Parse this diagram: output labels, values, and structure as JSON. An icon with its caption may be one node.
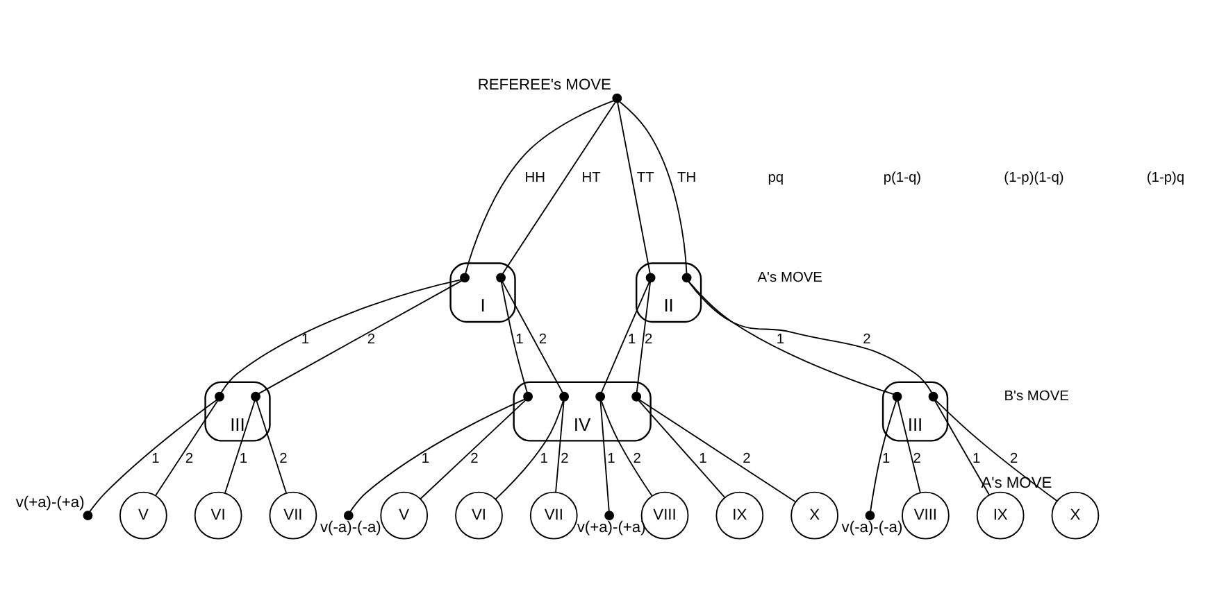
{
  "diagram": {
    "nodes": [
      {
        "text": [],
        "shape": "dot",
        "beside": [
          "REFEREE's MOVE"
        ]
      },
      {
        "text": [
          "I"
        ]
      },
      {
        "text": [],
        "shape": "dot",
        "in": 1
      },
      {
        "text": [],
        "shape": "dot",
        "in": 1
      },
      {
        "text": [
          "II"
        ]
      },
      {
        "text": [],
        "shape": "dot",
        "in": 4
      },
      {
        "text": [],
        "shape": "dot",
        "in": 4
      },
      {
        "text": [
          "III"
        ]
      },
      {
        "text": [],
        "shape": "dot",
        "in": 7
      },
      {
        "text": [],
        "shape": "dot",
        "in": 7
      },
      {
        "text": [
          "IV"
        ]
      },
      {
        "text": [],
        "shape": "dot",
        "in": 10
      },
      {
        "text": [],
        "shape": "dot",
        "in": 10
      },
      {
        "text": [],
        "shape": "dot",
        "in": 10
      },
      {
        "text": [],
        "shape": "dot",
        "in": 10
      },
      {
        "text": [
          "III"
        ]
      },
      {
        "text": [],
        "shape": "dot",
        "in": 15
      },
      {
        "text": [],
        "shape": "dot",
        "in": 15
      },
      {
        "text": [],
        "shape": "dot",
        "beside": [
          "v(+a)-(+a)"
        ]
      },
      {
        "text": [
          "V"
        ]
      },
      {
        "text": [
          "VI"
        ]
      },
      {
        "text": [
          "VII"
        ]
      },
      {
        "text": [],
        "shape": "dot",
        "beside": [
          "v(-a)-(-a)"
        ]
      },
      {
        "text": [
          "V"
        ]
      },
      {
        "text": [
          "VI"
        ]
      },
      {
        "text": [
          "VII"
        ]
      },
      {
        "text": [],
        "shape": "dot",
        "beside": [
          "v(+a)-(+a)"
        ]
      },
      {
        "text": [
          "VIII"
        ]
      },
      {
        "text": [
          "IX"
        ]
      },
      {
        "text": [
          "X"
        ]
      },
      {
        "text": [],
        "shape": "dot",
        "beside": [
          "v(-a)-(-a)"
        ]
      },
      {
        "text": [
          "VIII"
        ]
      },
      {
        "text": [
          "IX"
        ]
      },
      {
        "text": [
          "X"
        ],
        "beside": [
          "A's MOVE"
        ]
      }
    ],
    "edges": [
      {
        "from": 0,
        "to": 2,
        "arrow": "none",
        "label": "HH"
      },
      {
        "from": 0,
        "to": 3,
        "arrow": "none",
        "label": "HT"
      },
      {
        "from": 0,
        "to": 5,
        "arrow": "none",
        "label": "TT"
      },
      {
        "from": 0,
        "to": 6,
        "arrow": "none",
        "label": "TH"
      },
      {
        "from": 2,
        "to": 8,
        "arrow": "none",
        "label": "1"
      },
      {
        "from": 2,
        "to": 9,
        "arrow": "none",
        "label": "2"
      },
      {
        "from": 3,
        "to": 11,
        "arrow": "none",
        "label": "1"
      },
      {
        "from": 3,
        "to": 12,
        "arrow": "none",
        "label": "2"
      },
      {
        "from": 5,
        "to": 13,
        "arrow": "none",
        "label": "1"
      },
      {
        "from": 5,
        "to": 14,
        "arrow": "none",
        "label": "2"
      },
      {
        "from": 6,
        "to": 16,
        "arrow": "none",
        "label": "1"
      },
      {
        "from": 6,
        "to": 17,
        "arrow": "none",
        "label": "2"
      },
      {
        "from": 8,
        "to": 18,
        "arrow": "none",
        "label": "1"
      },
      {
        "from": 8,
        "to": 19,
        "arrow": "none",
        "label": "2"
      },
      {
        "from": 9,
        "to": 20,
        "arrow": "none",
        "label": "1"
      },
      {
        "from": 9,
        "to": 21,
        "arrow": "none",
        "label": "2"
      },
      {
        "from": 11,
        "to": 22,
        "arrow": "none",
        "label": "1"
      },
      {
        "from": 11,
        "to": 23,
        "arrow": "none",
        "label": "2"
      },
      {
        "from": 12,
        "to": 24,
        "arrow": "none",
        "label": "1"
      },
      {
        "from": 12,
        "to": 25,
        "arrow": "none",
        "label": "2"
      },
      {
        "from": 13,
        "to": 26,
        "arrow": "none",
        "label": "1"
      },
      {
        "from": 13,
        "to": 27,
        "arrow": "none",
        "label": "2"
      },
      {
        "from": 14,
        "to": 28,
        "arrow": "none",
        "label": "1"
      },
      {
        "from": 14,
        "to": 29,
        "arrow": "none",
        "label": "2"
      },
      {
        "from": 16,
        "to": 30,
        "arrow": "none",
        "label": "1"
      },
      {
        "from": 16,
        "to": 31,
        "arrow": "none",
        "label": "2"
      },
      {
        "from": 17,
        "to": 32,
        "arrow": "none",
        "label": "1"
      },
      {
        "from": 17,
        "to": 33,
        "arrow": "none",
        "label": "2"
      }
    ],
    "labels": [
      "pq",
      "p(1-q)",
      "(1-p)(1-q)",
      "(1-p)q",
      "A's MOVE",
      "B's MOVE"
    ]
  }
}
